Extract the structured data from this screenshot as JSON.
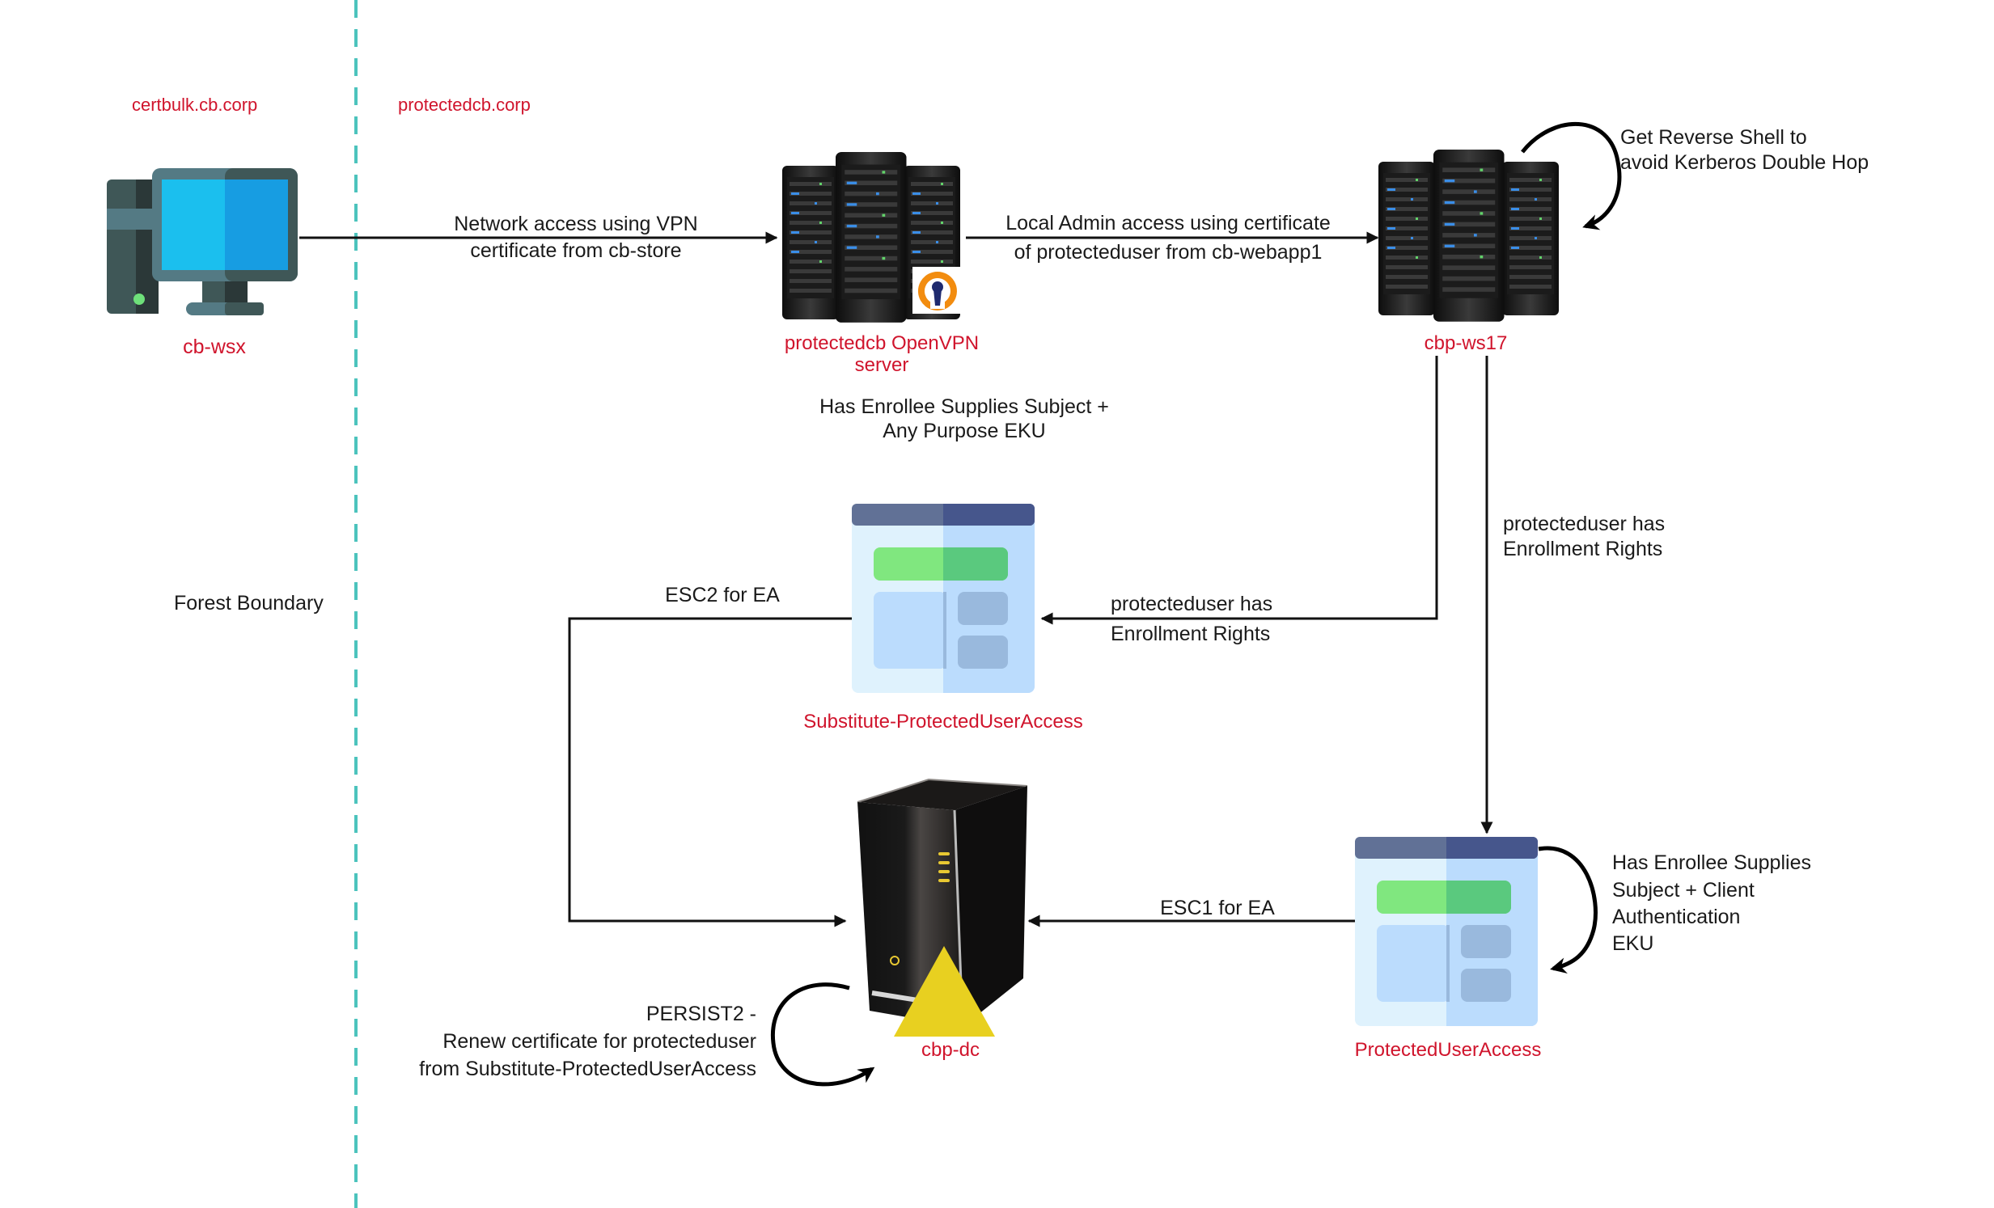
{
  "diagram": {
    "title": "Cross-forest ADCS attack path",
    "colors": {
      "node_label": "#d0142c",
      "text": "#1a1a1a",
      "boundary": "#4cc3bd",
      "edge": "#111111",
      "triangle": "#e8d020"
    },
    "domains": {
      "left": "certbulk.cb.corp",
      "right": "protectedcb.corp"
    },
    "boundary_label": "Forest Boundary",
    "nodes": {
      "cb_wsx": {
        "label": "cb-wsx",
        "icon": "desktop-computer-icon"
      },
      "openvpn": {
        "label_line1": "protectedcb OpenVPN",
        "label_line2": "server",
        "icon": "server-rack-openvpn-icon"
      },
      "ws17": {
        "label": "cbp-ws17",
        "icon": "server-rack-icon"
      },
      "sub_template": {
        "label": "Substitute-ProtectedUserAccess",
        "icon": "certificate-template-icon"
      },
      "dc": {
        "label": "cbp-dc",
        "icon": "domain-controller-tower-icon"
      },
      "pua_template": {
        "label": "ProtectedUserAccess",
        "icon": "certificate-template-icon"
      }
    },
    "edges": {
      "vpn": {
        "line1": "Network access using VPN",
        "line2": "certificate from cb-store"
      },
      "local_admin": {
        "line1": "Local Admin access using certificate",
        "line2": "of protecteduser from cb-webapp1"
      },
      "reverse_shell": {
        "line1": "Get Reverse Shell to",
        "line2": "avoid Kerberos Double Hop"
      },
      "sub_note": {
        "line1": "Has Enrollee Supplies Subject +",
        "line2": "Any Purpose EKU"
      },
      "enroll_sub": {
        "line1": "protecteduser has",
        "line2": "Enrollment Rights"
      },
      "enroll_pua": {
        "line1": "protecteduser has",
        "line2": "Enrollment Rights"
      },
      "esc2": {
        "label": "ESC2 for EA"
      },
      "esc1": {
        "label": "ESC1 for EA"
      },
      "pua_note": {
        "line1": "Has Enrollee Supplies",
        "line2": "Subject + Client",
        "line3": "Authentication",
        "line4": "EKU"
      },
      "persist": {
        "line1": "PERSIST2 -",
        "line2": "Renew certificate for protecteduser",
        "line3": "from Substitute-ProtectedUserAccess"
      }
    }
  }
}
